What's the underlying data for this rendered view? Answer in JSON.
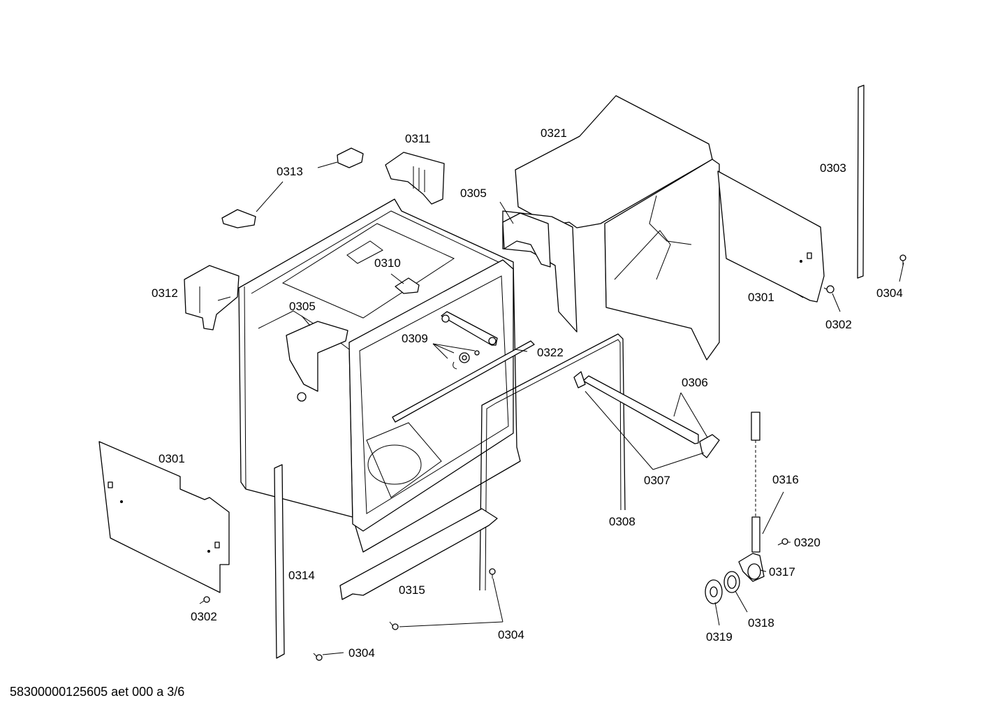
{
  "callouts": [
    {
      "id": "c0321",
      "text": "0321"
    },
    {
      "id": "c0311",
      "text": "0311"
    },
    {
      "id": "c0313",
      "text": "0313"
    },
    {
      "id": "c0305a",
      "text": "0305"
    },
    {
      "id": "c0303",
      "text": "0303"
    },
    {
      "id": "c0310",
      "text": "0310"
    },
    {
      "id": "c0312",
      "text": "0312"
    },
    {
      "id": "c0305b",
      "text": "0305"
    },
    {
      "id": "c0301a",
      "text": "0301"
    },
    {
      "id": "c0304a",
      "text": "0304"
    },
    {
      "id": "c0302a",
      "text": "0302"
    },
    {
      "id": "c0309",
      "text": "0309"
    },
    {
      "id": "c0322",
      "text": "0322"
    },
    {
      "id": "c0306",
      "text": "0306"
    },
    {
      "id": "c0301b",
      "text": "0301"
    },
    {
      "id": "c0316",
      "text": "0316"
    },
    {
      "id": "c0307",
      "text": "0307"
    },
    {
      "id": "c0308",
      "text": "0308"
    },
    {
      "id": "c0320",
      "text": "0320"
    },
    {
      "id": "c0314",
      "text": "0314"
    },
    {
      "id": "c0317",
      "text": "0317"
    },
    {
      "id": "c0315",
      "text": "0315"
    },
    {
      "id": "c0318",
      "text": "0318"
    },
    {
      "id": "c0302b",
      "text": "0302"
    },
    {
      "id": "c0304b",
      "text": "0304"
    },
    {
      "id": "c0319",
      "text": "0319"
    },
    {
      "id": "c0304c",
      "text": "0304"
    }
  ],
  "footer": "58300000125605 aet 000 a 3/6"
}
